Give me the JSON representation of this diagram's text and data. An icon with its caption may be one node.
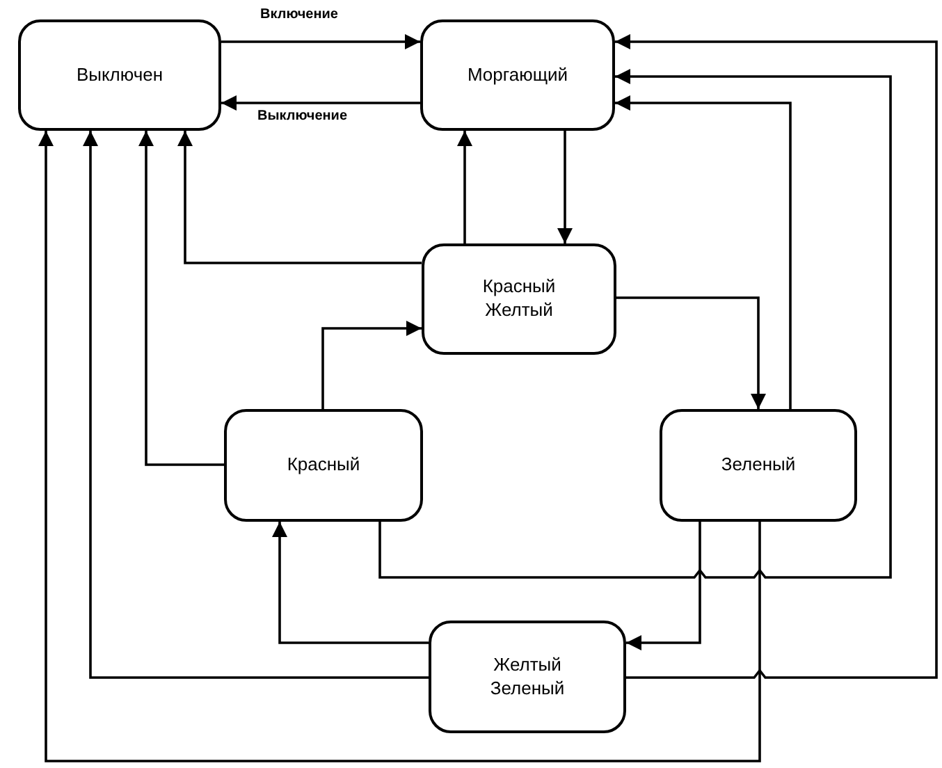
{
  "diagram": {
    "nodes": [
      {
        "text": [
          "Выключен"
        ]
      },
      {
        "text": [
          "Моргающий"
        ]
      },
      {
        "text": [
          "Красный Желтый"
        ]
      },
      {
        "text": [
          "Красный"
        ]
      },
      {
        "text": [
          "Зеленый"
        ]
      },
      {
        "text": [
          "Желтый Зеленый"
        ]
      }
    ],
    "edges": [
      {
        "from": 0,
        "to": 1,
        "arrow": "to",
        "label": "Включение"
      },
      {
        "from": 1,
        "to": 0,
        "arrow": "to",
        "label": "Выключение"
      },
      {
        "from": 1,
        "to": 2,
        "arrow": "to"
      },
      {
        "from": 2,
        "to": 1,
        "arrow": "to"
      },
      {
        "from": 2,
        "to": 0,
        "arrow": "to"
      },
      {
        "from": 2,
        "to": 4,
        "arrow": "to"
      },
      {
        "from": 3,
        "to": 2,
        "arrow": "to"
      },
      {
        "from": 3,
        "to": 0,
        "arrow": "to"
      },
      {
        "from": 3,
        "to": 1,
        "arrow": "to"
      },
      {
        "from": 4,
        "to": 1,
        "arrow": "to"
      },
      {
        "from": 4,
        "to": 5,
        "arrow": "to"
      },
      {
        "from": 4,
        "to": 0,
        "arrow": "to"
      },
      {
        "from": 5,
        "to": 3,
        "arrow": "to"
      },
      {
        "from": 5,
        "to": 0,
        "arrow": "to"
      },
      {
        "from": 5,
        "to": 1,
        "arrow": "to"
      }
    ]
  }
}
